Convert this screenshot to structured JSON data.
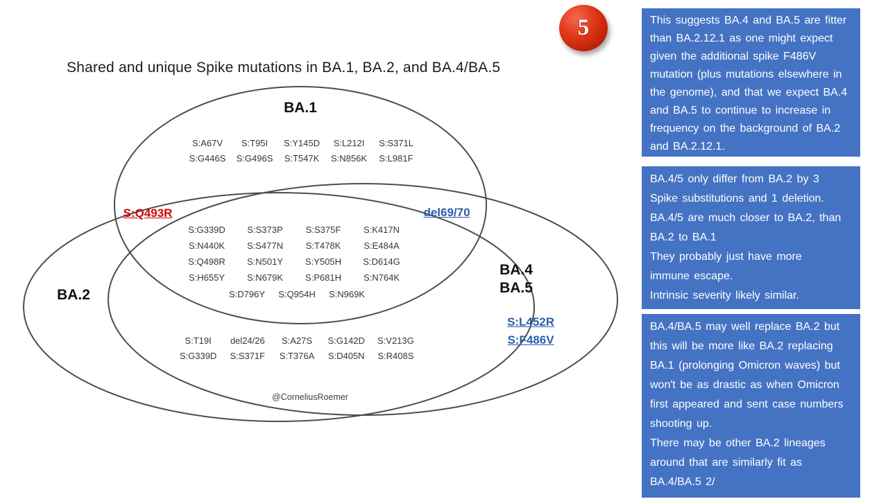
{
  "slide": {
    "badge": "5",
    "title": "Shared and unique Spike mutations in BA.1, BA.2, and BA.4/BA.5",
    "attribution": "@CorneliusRoemer"
  },
  "venn": {
    "labels": {
      "ba1": "BA.1",
      "ba2": "BA.2",
      "ba45": "BA.4\nBA.5"
    },
    "ba1_unique": [
      "S:A67V",
      "S:T95I",
      "S:Y145D",
      "S:L212I",
      "S:S371L",
      "S:G446S",
      "S:G496S",
      "S:T547K",
      "S:N856K",
      "S:L981F"
    ],
    "ba1_ba2_shared": "S:Q493R",
    "ba1_ba45_shared": "del69/70",
    "core_shared": [
      "S:G339D",
      "S:S373P",
      "S:S375F",
      "S:K417N",
      "S:N440K",
      "S:S477N",
      "S:T478K",
      "S:E484A",
      "S:Q498R",
      "S:N501Y",
      "S:Y505H",
      "S:D614G",
      "S:H655Y",
      "S:N679K",
      "S:P681H",
      "S:N764K"
    ],
    "core_shared_last_row": [
      "S:D796Y",
      "S:Q954H",
      "S:N969K"
    ],
    "ba2_ba45_shared": [
      "S:T19I",
      "del24/26",
      "S:A27S",
      "S:G142D",
      "S:V213G",
      "S:G339D",
      "S:S371F",
      "S:T376A",
      "S:D405N",
      "S:R408S"
    ],
    "ba45_unique": [
      "S:L452R",
      "S:F486V"
    ]
  },
  "notes": {
    "box1": "This suggests BA.4 and BA.5 are fitter\nthan BA.2.12.1 as one might expect\ngiven the additional spike F486V\nmutation (plus mutations elsewhere in\nthe genome), and that we expect BA.4\nand BA.5 to continue to increase in\nfrequency on the background of BA.2\nand BA.2.12.1.",
    "box2": "BA.4/5 only differ from BA.2 by 3\nSpike substitutions and 1 deletion.\nBA.4/5 are much closer to BA.2, than\nBA.2 to BA.1\nThey probably just have more\nimmune escape.\nIntrinsic severity likely similar.",
    "box3": "BA.4/BA.5 may well replace BA.2 but\nthis will be more like BA.2 replacing\nBA.1 (prolonging Omicron waves) but\nwon't be as drastic as when Omicron\nfirst appeared and sent case numbers\nshooting up.\nThere may be other BA.2 lineages\naround that are similarly fit as\nBA.4/BA.5 2/"
  },
  "colors": {
    "note_background": "#4573C4",
    "note_text": "#FFFFFF",
    "highlight_red": "#CC0505",
    "highlight_blue": "#2B5DAD",
    "badge_red": "#C8260E",
    "ellipse_stroke": "#4D4D4D"
  }
}
